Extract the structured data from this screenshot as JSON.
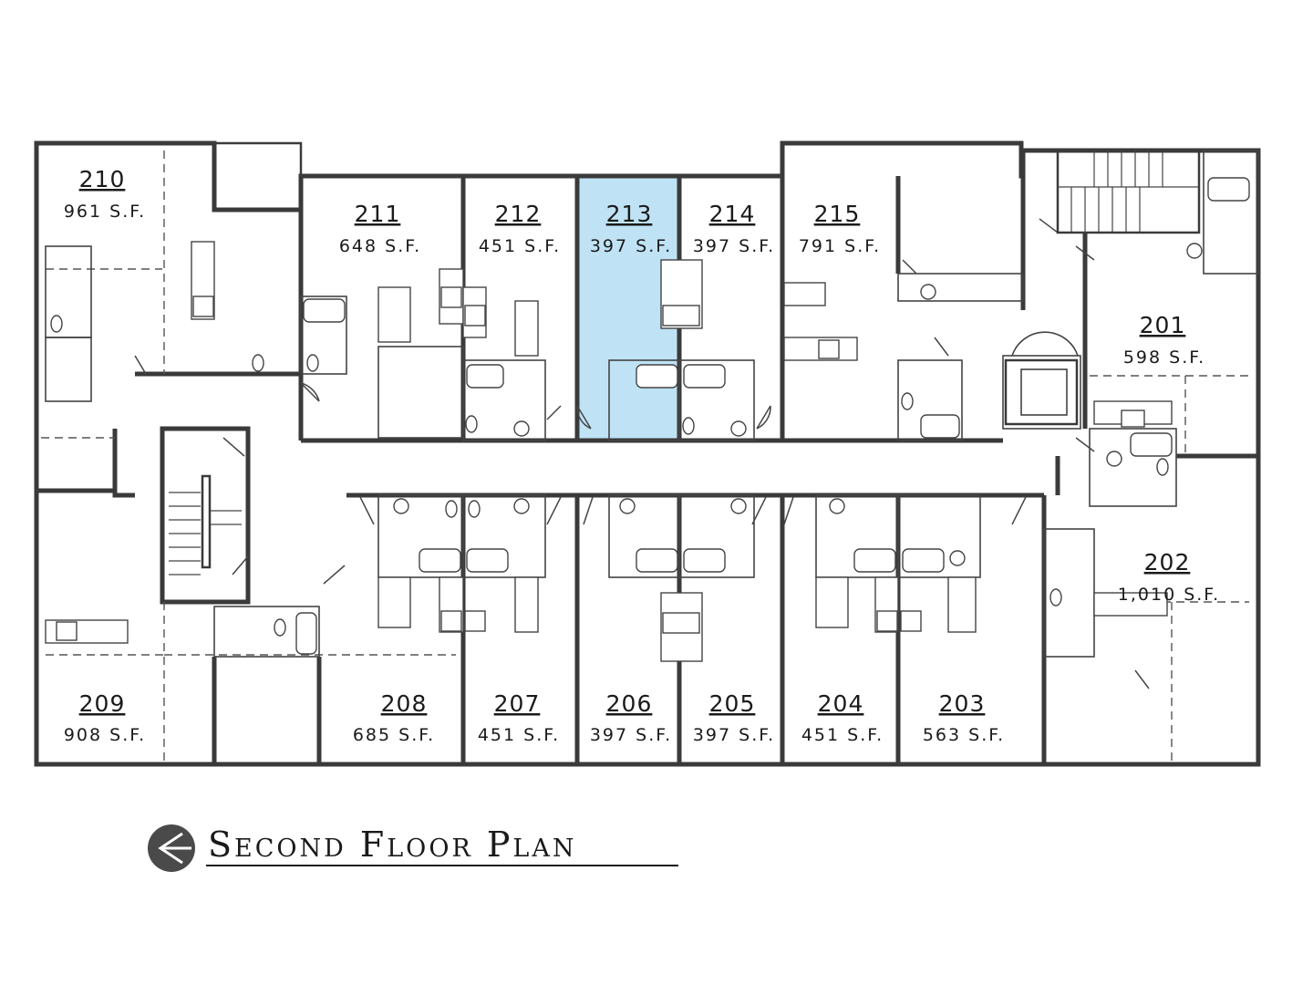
{
  "title": "Second Floor Plan",
  "colors": {
    "highlight": "#bfe3f5",
    "wall": "#3a3a3a",
    "text": "#1a1a1a"
  },
  "icons": {
    "title_marker": "left-arrow-circle-icon"
  },
  "highlighted_unit": "213",
  "units": [
    {
      "id": "u210",
      "number": "210",
      "area": "961 S.F."
    },
    {
      "id": "u211",
      "number": "211",
      "area": "648 S.F."
    },
    {
      "id": "u212",
      "number": "212",
      "area": "451 S.F."
    },
    {
      "id": "u213",
      "number": "213",
      "area": "397 S.F."
    },
    {
      "id": "u214",
      "number": "214",
      "area": "397 S.F."
    },
    {
      "id": "u215",
      "number": "215",
      "area": "791 S.F."
    },
    {
      "id": "u201",
      "number": "201",
      "area": "598 S.F."
    },
    {
      "id": "u202",
      "number": "202",
      "area": "1,010 S.F."
    },
    {
      "id": "u209",
      "number": "209",
      "area": "908 S.F."
    },
    {
      "id": "u208",
      "number": "208",
      "area": "685 S.F."
    },
    {
      "id": "u207",
      "number": "207",
      "area": "451 S.F."
    },
    {
      "id": "u206",
      "number": "206",
      "area": "397 S.F."
    },
    {
      "id": "u205",
      "number": "205",
      "area": "397 S.F."
    },
    {
      "id": "u204",
      "number": "204",
      "area": "451 S.F."
    },
    {
      "id": "u203",
      "number": "203",
      "area": "563 S.F."
    }
  ]
}
